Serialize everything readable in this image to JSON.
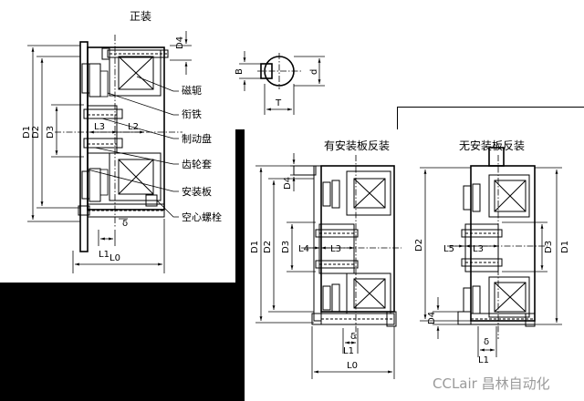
{
  "titles": {
    "front": "正装",
    "reverse_with_plate": "有安装板反装",
    "reverse_without_plate": "无安装板反装"
  },
  "part_labels": [
    "磁轭",
    "衔铁",
    "制动盘",
    "齿轮套",
    "安装板",
    "空心螺栓"
  ],
  "dimensions": {
    "front": [
      "D4",
      "D1",
      "D2",
      "D3",
      "L3",
      "L2",
      "L1",
      "δ",
      "L0"
    ],
    "keyway": [
      "B",
      "d",
      "T"
    ],
    "with_plate": [
      "D4",
      "D1",
      "D2",
      "D3",
      "L4",
      "L3",
      "L1",
      "δ",
      "L0"
    ],
    "without_plate": [
      "D2",
      "L5",
      "L3",
      "D3",
      "D1",
      "D4",
      "L1",
      "δ"
    ]
  },
  "watermark": "CCLair 昌林自动化",
  "colors": {
    "background_dark": "#000000",
    "paper": "#ffffff",
    "ink": "#000000",
    "watermark": "#9a9a9a"
  }
}
